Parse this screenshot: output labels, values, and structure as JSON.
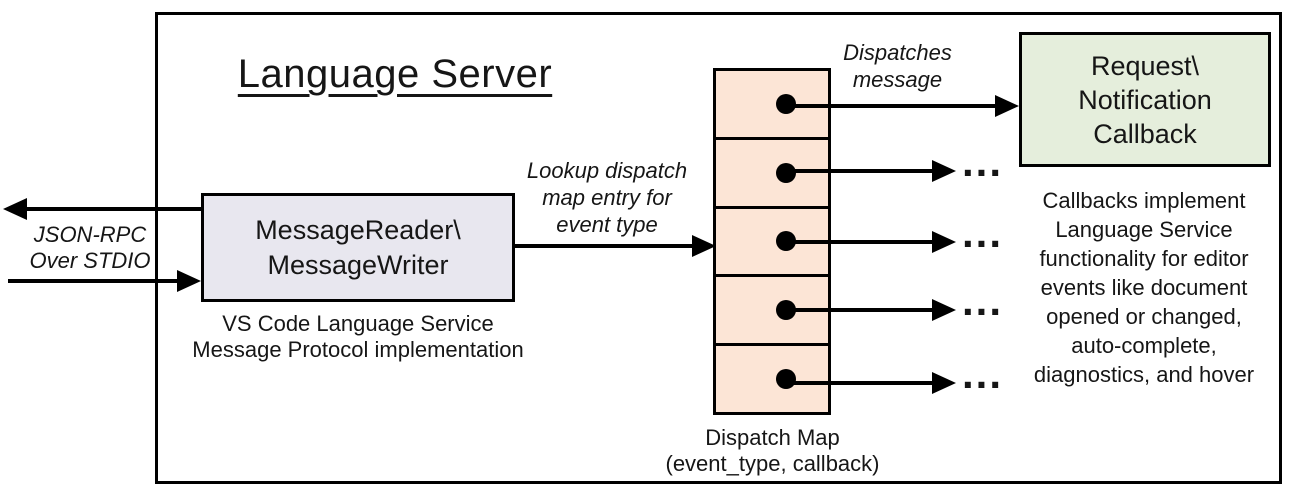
{
  "colors": {
    "message_box_fill": "#e8e7ef",
    "dispatch_cell_fill": "#fce5d6",
    "callback_box_fill": "#e5eedc",
    "line_color": "#000000"
  },
  "title": "Language Server",
  "io_channel": {
    "label_line1": "JSON-RPC",
    "label_line2": "Over STDIO"
  },
  "message_handler": {
    "box_line1": "MessageReader\\",
    "box_line2": "MessageWriter",
    "caption_line1": "VS Code Language Service",
    "caption_line2": "Message Protocol implementation"
  },
  "lookup_annotation": {
    "line1": "Lookup dispatch",
    "line2": "map entry for",
    "line3": "event type"
  },
  "dispatch_map": {
    "caption_line1": "Dispatch Map",
    "caption_line2": "(event_type, callback)"
  },
  "dispatch_annotation": {
    "line1": "Dispatches",
    "line2": "message"
  },
  "callback_box": {
    "line1": "Request\\",
    "line2": "Notification",
    "line3": "Callback"
  },
  "callbacks_note": {
    "line1": "Callbacks implement",
    "line2": "Language Service",
    "line3": "functionality for editor",
    "line4": "events like document",
    "line5": "opened or changed,",
    "line6": "auto-complete,",
    "line7": "diagnostics, and hover"
  },
  "labels": {
    "ellipsis": "..."
  }
}
